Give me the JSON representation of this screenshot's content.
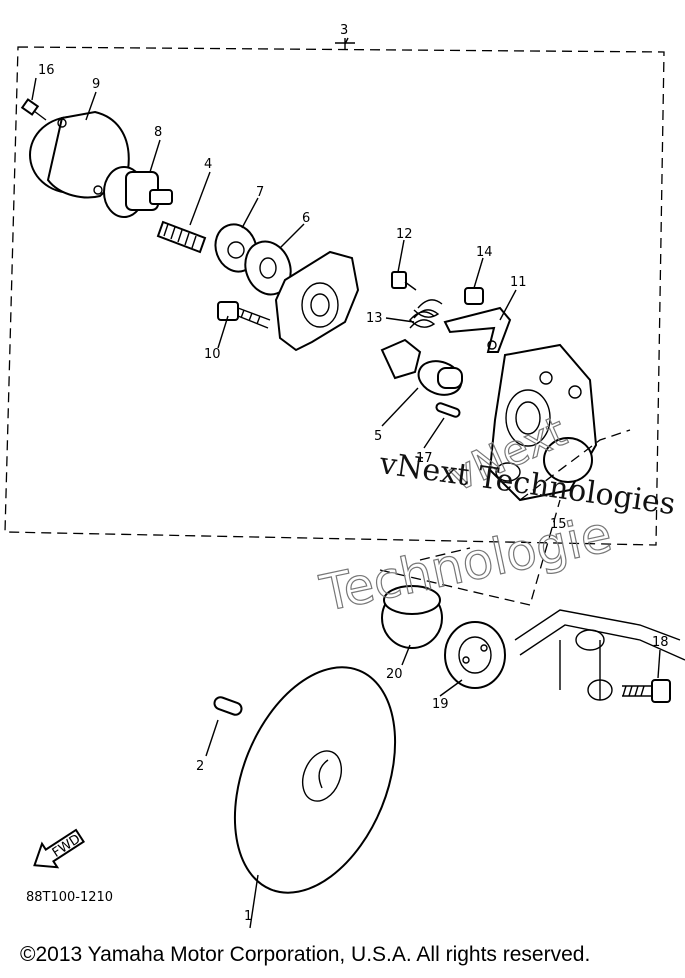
{
  "diagram": {
    "callouts": [
      "1",
      "2",
      "3",
      "4",
      "5",
      "6",
      "7",
      "8",
      "9",
      "10",
      "11",
      "12",
      "13",
      "14",
      "15",
      "16",
      "17",
      "18",
      "19",
      "20"
    ],
    "fwd_label": "FWD",
    "code": "88T100-1210"
  },
  "watermark": {
    "line1": "vNext Technologies",
    "line2": "Technologie",
    "line3": "vNext"
  },
  "footer": {
    "copyright": "©2013 Yamaha Motor Corporation, U.S.A. All rights reserved."
  }
}
